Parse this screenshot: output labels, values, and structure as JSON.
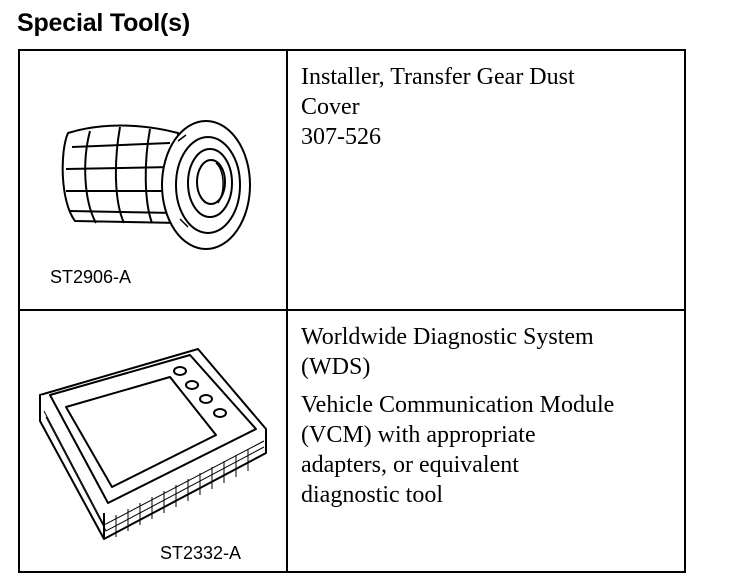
{
  "heading": "Special Tool(s)",
  "tools": [
    {
      "image_code": "ST2906-A",
      "image_icon": "transfer-gear-dust-cover-installer-illustration",
      "description": [
        "Installer, Transfer Gear Dust",
        "Cover",
        "307-526"
      ]
    },
    {
      "image_code": "ST2332-A",
      "image_icon": "diagnostic-handheld-device-illustration",
      "description_blocks": [
        [
          "Worldwide Diagnostic System",
          "(WDS)"
        ],
        [
          "Vehicle Communication Module",
          "(VCM) with appropriate",
          "adapters, or equivalent",
          "diagnostic tool"
        ]
      ]
    }
  ]
}
